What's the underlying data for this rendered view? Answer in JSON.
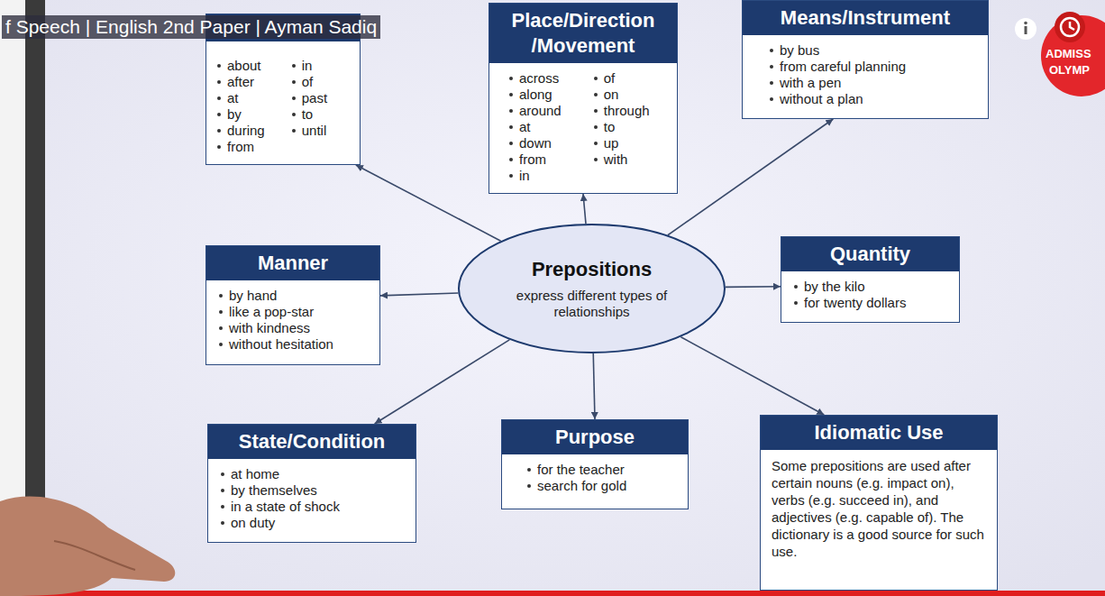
{
  "diagram": {
    "nodes": [
      {
        "text": [
          "about",
          "after",
          "at",
          "by",
          "during",
          "from",
          "in",
          "of",
          "past",
          "to",
          "until"
        ]
      },
      {
        "text": [
          "Place/Direction /Movement",
          "across",
          "along",
          "around",
          "at",
          "down",
          "from",
          "in",
          "of",
          "on",
          "through",
          "to",
          "up",
          "with"
        ]
      },
      {
        "text": [
          "Means/Instrument",
          "by bus",
          "from careful planning",
          "with a pen",
          "without a plan"
        ]
      },
      {
        "text": [
          "Manner",
          "by hand",
          "like a pop-star",
          "with kindness",
          "without hesitation"
        ]
      },
      {
        "text": [
          "Prepositions",
          "express different types of relationships"
        ]
      },
      {
        "text": [
          "Quantity",
          "by the kilo",
          "for twenty dollars"
        ]
      },
      {
        "text": [
          "State/Condition",
          "at home",
          "by themselves",
          "in a state of shock",
          "on duty"
        ]
      },
      {
        "text": [
          "Purpose",
          "for the teacher",
          "search for gold"
        ]
      },
      {
        "text": [
          "Idiomatic Use",
          "Some prepositions are used after certain nouns (e.g. impact on), verbs (e.g. succeed in), and adjectives (e.g. capable of). The dictionary is a good source for such use."
        ]
      }
    ],
    "edges": [
      {
        "from": 4,
        "to": 0,
        "arrow": "to"
      },
      {
        "from": 4,
        "to": 1,
        "arrow": "to"
      },
      {
        "from": 4,
        "to": 2,
        "arrow": "to"
      },
      {
        "from": 4,
        "to": 3,
        "arrow": "to"
      },
      {
        "from": 4,
        "to": 5,
        "arrow": "to"
      },
      {
        "from": 4,
        "to": 6,
        "arrow": "to"
      },
      {
        "from": 4,
        "to": 7,
        "arrow": "to"
      },
      {
        "from": 4,
        "to": 8,
        "arrow": "to"
      }
    ],
    "labels": [
      "f Speech | English 2nd Paper | Ayman Sadiq",
      "ADMISS",
      "OLYMP"
    ]
  }
}
